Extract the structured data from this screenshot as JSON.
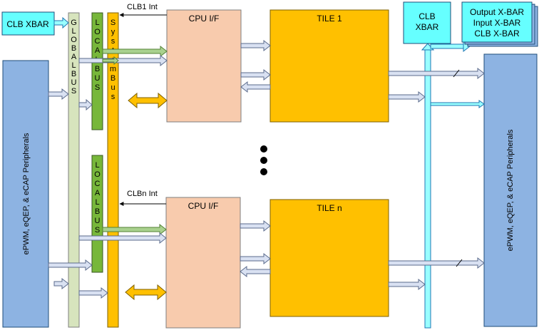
{
  "blocks": {
    "clb_xbar_left": "CLB XBAR",
    "clb_xbar_right_1": "CLB",
    "clb_xbar_right_2": "XBAR",
    "xbar_stack": [
      "Output X-BAR",
      "Input X-BAR",
      "CLB X-BAR"
    ],
    "global_bus": [
      "G",
      "L",
      "O",
      "B",
      "A",
      "L",
      "B",
      "U",
      "S"
    ],
    "local_bus_top": [
      "L",
      "O",
      "C",
      "A",
      "L",
      "B",
      "U",
      "S"
    ],
    "local_bus_bottom": [
      "L",
      "O",
      "C",
      "A",
      "L",
      "B",
      "U",
      "S"
    ],
    "system_bus": [
      "S",
      "y",
      "s",
      "t",
      "e",
      "m",
      "B",
      "u",
      "s"
    ],
    "cpu_if_top": "CPU I/F",
    "cpu_if_bottom": "CPU I/F",
    "tile_1": "TILE 1",
    "tile_n": "TILE n",
    "peripherals_left": "ePWM, eQEP, & eCAP Peripherals",
    "peripherals_right": "ePWM, eQEP, & eCAP Peripherals"
  },
  "signals": {
    "clb1_int": "CLB1 Int",
    "clbn_int": "CLBn Int"
  },
  "colors": {
    "blue_block": "#8DB3E2",
    "cyan_block": "#66FFFF",
    "global_bus": "#D7E4BD",
    "local_bus": "#77B73A",
    "system_bus": "#FFC000",
    "cpu_if": "#F8CBAD",
    "tile": "#FFC000",
    "grey_arrow": "#D9E1F2",
    "green_arrow": "#A9D18E",
    "cyan_arrow": "#99FFFF"
  }
}
